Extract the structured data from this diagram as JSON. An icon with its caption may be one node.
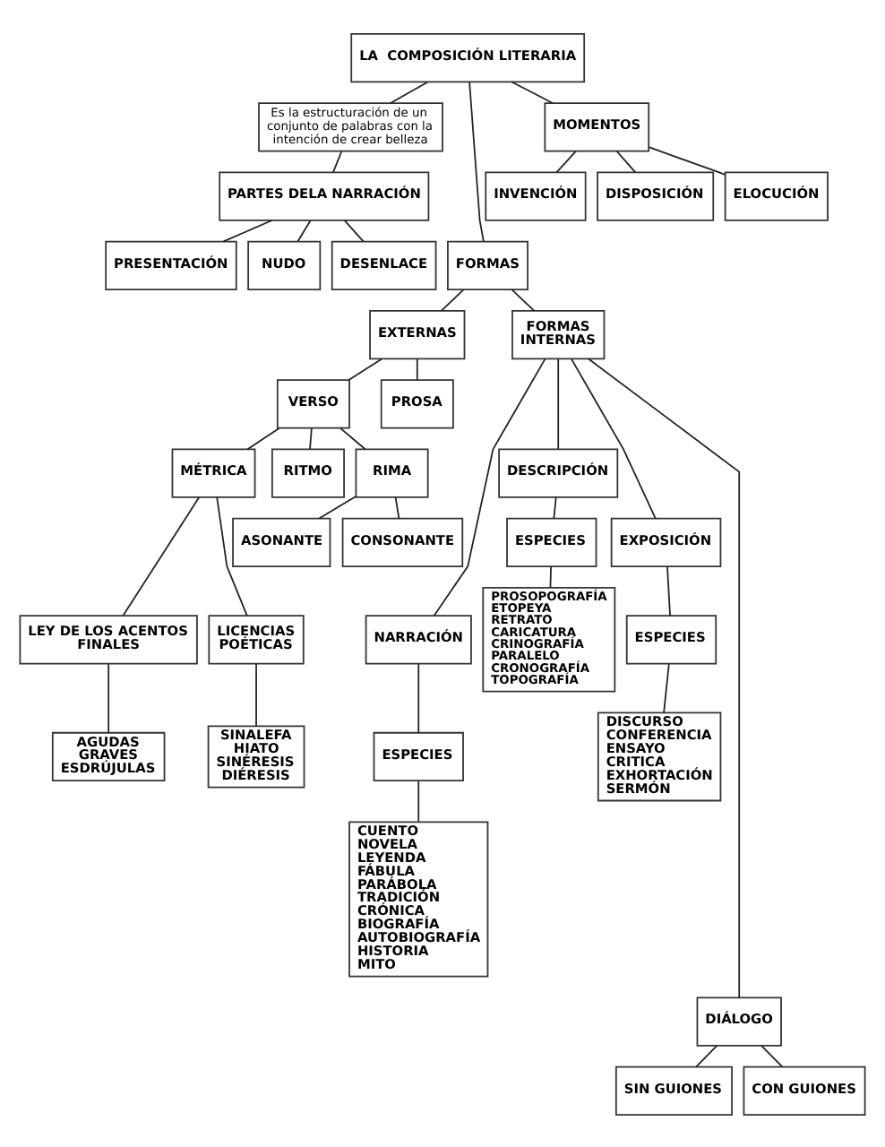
{
  "diagram": {
    "nodes": [
      {
        "text": [
          "LA  COMPOSICIÓN LITERARIA"
        ]
      },
      {
        "text": [
          "Es la estructuración de un conjunto de palabras con la intención de crear belleza"
        ]
      },
      {
        "text": [
          "MOMENTOS"
        ]
      },
      {
        "text": [
          "INVENCIÓN"
        ]
      },
      {
        "text": [
          "DISPOSICIÓN"
        ]
      },
      {
        "text": [
          "ELOCUCIÓN"
        ]
      },
      {
        "text": [
          "PARTES DELA NARRACIÓN"
        ]
      },
      {
        "text": [
          "PRESENTACIÓN"
        ]
      },
      {
        "text": [
          "NUDO"
        ]
      },
      {
        "text": [
          "DESENLACE"
        ]
      },
      {
        "text": [
          "FORMAS"
        ]
      },
      {
        "text": [
          "EXTERNAS"
        ]
      },
      {
        "text": [
          "FORMAS INTERNAS"
        ]
      },
      {
        "text": [
          "VERSO"
        ]
      },
      {
        "text": [
          "PROSA"
        ]
      },
      {
        "text": [
          "MÉTRICA"
        ]
      },
      {
        "text": [
          "RITMO"
        ]
      },
      {
        "text": [
          "RIMA"
        ]
      },
      {
        "text": [
          "ASONANTE"
        ]
      },
      {
        "text": [
          "CONSONANTE"
        ]
      },
      {
        "text": [
          "DESCRIPCIÓN"
        ]
      },
      {
        "text": [
          "EXPOSICIÓN"
        ]
      },
      {
        "text": [
          "LEY DE LOS ACENTOS FINALES"
        ]
      },
      {
        "text": [
          "LICENCIAS POÉTICAS"
        ]
      },
      {
        "text": [
          "NARRACIÓN"
        ]
      },
      {
        "text": [
          "ESPECIES"
        ]
      },
      {
        "text": [
          "ESPECIES"
        ]
      },
      {
        "text": [
          "ESPECIES"
        ]
      },
      {
        "text": [
          "AGUDAS",
          "GRAVES",
          "ESDRÚJULAS"
        ]
      },
      {
        "text": [
          "SINALEFA",
          "HIATO",
          "SINÉRESIS",
          "DIÉRESIS"
        ]
      },
      {
        "text": [
          "CUENTO",
          "NOVELA",
          "LEYENDA",
          "FÁBULA",
          "PARÁBOLA",
          "TRADICIÓN",
          "CRÓNICA",
          "BIOGRAFÍA",
          "AUTOBIOGRAFÍA",
          "HISTORIA",
          "MITO"
        ]
      },
      {
        "text": [
          "PROSOPOGRAFÍA",
          "ETOPEYA",
          "RETRATO",
          "CARICATURA",
          "CRINOGRAFÍA",
          "PARALELO",
          "CRONOGRAFÍA",
          "TOPOGRAFÍA"
        ]
      },
      {
        "text": [
          "DISCURSO",
          "CONFERENCIA",
          "ENSAYO",
          "CRITICA",
          "EXHORTACIÓN",
          "SERMÓN"
        ]
      },
      {
        "text": [
          "DIÁLOGO"
        ]
      },
      {
        "text": [
          "SIN GUIONES"
        ]
      },
      {
        "text": [
          "CON GUIONES"
        ]
      }
    ],
    "edges": [
      {
        "from": 0,
        "to": 1,
        "arrow": "none"
      },
      {
        "from": 0,
        "to": 10,
        "arrow": "none"
      },
      {
        "from": 0,
        "to": 2,
        "arrow": "none"
      },
      {
        "from": 1,
        "to": 6,
        "arrow": "none"
      },
      {
        "from": 2,
        "to": 3,
        "arrow": "none"
      },
      {
        "from": 2,
        "to": 4,
        "arrow": "none"
      },
      {
        "from": 2,
        "to": 5,
        "arrow": "none"
      },
      {
        "from": 6,
        "to": 7,
        "arrow": "none"
      },
      {
        "from": 6,
        "to": 8,
        "arrow": "none"
      },
      {
        "from": 6,
        "to": 9,
        "arrow": "none"
      },
      {
        "from": 10,
        "to": 11,
        "arrow": "none"
      },
      {
        "from": 10,
        "to": 12,
        "arrow": "none"
      },
      {
        "from": 11,
        "to": 13,
        "arrow": "none"
      },
      {
        "from": 11,
        "to": 14,
        "arrow": "none"
      },
      {
        "from": 13,
        "to": 15,
        "arrow": "none"
      },
      {
        "from": 13,
        "to": 16,
        "arrow": "none"
      },
      {
        "from": 13,
        "to": 17,
        "arrow": "none"
      },
      {
        "from": 17,
        "to": 18,
        "arrow": "none"
      },
      {
        "from": 17,
        "to": 19,
        "arrow": "none"
      },
      {
        "from": 12,
        "to": 24,
        "arrow": "none"
      },
      {
        "from": 12,
        "to": 20,
        "arrow": "none"
      },
      {
        "from": 12,
        "to": 21,
        "arrow": "none"
      },
      {
        "from": 12,
        "to": 33,
        "arrow": "none"
      },
      {
        "from": 15,
        "to": 22,
        "arrow": "none"
      },
      {
        "from": 15,
        "to": 23,
        "arrow": "none"
      },
      {
        "from": 20,
        "to": 25,
        "arrow": "none"
      },
      {
        "from": 21,
        "to": 26,
        "arrow": "none"
      },
      {
        "from": 24,
        "to": 27,
        "arrow": "none"
      },
      {
        "from": 22,
        "to": 28,
        "arrow": "none"
      },
      {
        "from": 23,
        "to": 29,
        "arrow": "none"
      },
      {
        "from": 27,
        "to": 30,
        "arrow": "none"
      },
      {
        "from": 25,
        "to": 31,
        "arrow": "none"
      },
      {
        "from": 26,
        "to": 32,
        "arrow": "none"
      },
      {
        "from": 33,
        "to": 34,
        "arrow": "none"
      },
      {
        "from": 33,
        "to": 35,
        "arrow": "none"
      }
    ]
  }
}
